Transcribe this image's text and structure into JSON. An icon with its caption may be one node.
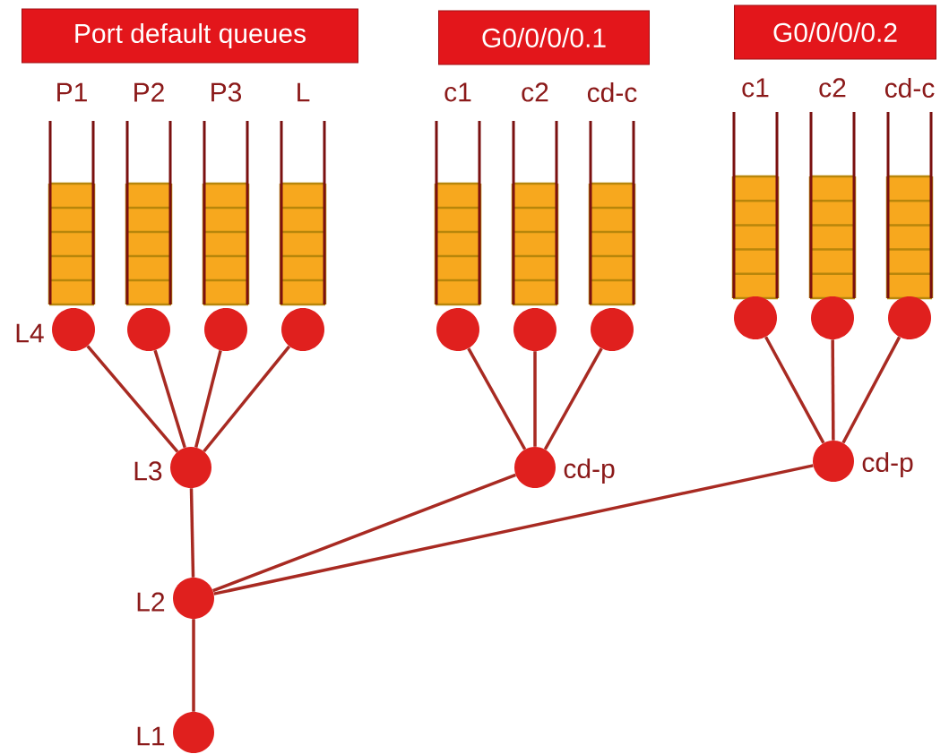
{
  "diagram": {
    "nodes": [
      {
        "text": [
          "Port default queues"
        ]
      },
      {
        "text": [
          "G0/0/0/0.1"
        ]
      },
      {
        "text": [
          "G0/0/0/0.2"
        ]
      },
      {
        "text": [
          "P1"
        ]
      },
      {
        "text": [
          "P2"
        ]
      },
      {
        "text": [
          "P3"
        ]
      },
      {
        "text": [
          "L"
        ]
      },
      {
        "text": [
          "c1"
        ]
      },
      {
        "text": [
          "c2"
        ]
      },
      {
        "text": [
          "cd-c"
        ]
      },
      {
        "text": [
          "c1"
        ]
      },
      {
        "text": [
          "c2"
        ]
      },
      {
        "text": [
          "cd-c"
        ]
      },
      {
        "text": [],
        "shape": "circle",
        "beside": [
          "L4"
        ]
      },
      {
        "text": [],
        "shape": "circle"
      },
      {
        "text": [],
        "shape": "circle"
      },
      {
        "text": [],
        "shape": "circle"
      },
      {
        "text": [],
        "shape": "circle"
      },
      {
        "text": [],
        "shape": "circle"
      },
      {
        "text": [],
        "shape": "circle"
      },
      {
        "text": [],
        "shape": "circle"
      },
      {
        "text": [],
        "shape": "circle"
      },
      {
        "text": [],
        "shape": "circle"
      },
      {
        "text": [],
        "shape": "circle",
        "beside": [
          "L3"
        ]
      },
      {
        "text": [],
        "shape": "circle",
        "beside": [
          "cd-p"
        ]
      },
      {
        "text": [],
        "shape": "circle",
        "beside": [
          "cd-p"
        ]
      },
      {
        "text": [],
        "shape": "circle",
        "beside": [
          "L2"
        ]
      },
      {
        "text": [],
        "shape": "circle",
        "beside": [
          "L1"
        ]
      }
    ],
    "edges": [
      {
        "from": 13,
        "to": 23,
        "arrow": "none"
      },
      {
        "from": 14,
        "to": 23,
        "arrow": "none"
      },
      {
        "from": 15,
        "to": 23,
        "arrow": "none"
      },
      {
        "from": 16,
        "to": 23,
        "arrow": "none"
      },
      {
        "from": 17,
        "to": 24,
        "arrow": "none"
      },
      {
        "from": 18,
        "to": 24,
        "arrow": "none"
      },
      {
        "from": 19,
        "to": 24,
        "arrow": "none"
      },
      {
        "from": 20,
        "to": 25,
        "arrow": "none"
      },
      {
        "from": 21,
        "to": 25,
        "arrow": "none"
      },
      {
        "from": 22,
        "to": 25,
        "arrow": "none"
      },
      {
        "from": 23,
        "to": 26,
        "arrow": "none"
      },
      {
        "from": 24,
        "to": 26,
        "arrow": "none"
      },
      {
        "from": 25,
        "to": 26,
        "arrow": "none"
      },
      {
        "from": 26,
        "to": 27,
        "arrow": "none"
      }
    ]
  }
}
